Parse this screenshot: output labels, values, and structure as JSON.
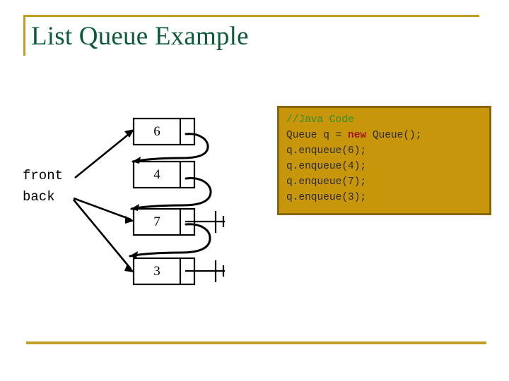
{
  "slide": {
    "title": "List Queue Example",
    "accent_color": "#BF9E22",
    "title_color": "#0B5A38",
    "background_color": "#FFFFFF"
  },
  "diagram": {
    "type": "linked-list-queue",
    "pointer_labels": [
      {
        "name": "front",
        "label": "front",
        "points_to": "node-6"
      },
      {
        "name": "back",
        "label": "back",
        "points_to": "node-7,node-3"
      }
    ],
    "nodes": [
      {
        "id": "node-6",
        "value": "6",
        "next": "node-4",
        "null_terminated": false
      },
      {
        "id": "node-4",
        "value": "4",
        "next": "node-7",
        "null_terminated": false
      },
      {
        "id": "node-7",
        "value": "7",
        "next": "node-3",
        "null_terminated": true
      },
      {
        "id": "node-3",
        "value": "3",
        "next": null,
        "null_terminated": true
      }
    ],
    "stroke_color": "#000000"
  },
  "code_box": {
    "background_color": "#C8960A",
    "border_color": "#8A6608",
    "comment_color": "#2F8F2F",
    "keyword_color": "#A31414",
    "text_color": "#2B2B2B",
    "lines": [
      {
        "text": "//Java Code",
        "style": "comment"
      },
      {
        "segments": [
          {
            "text": "Queue q = ",
            "style": "plain"
          },
          {
            "text": "new",
            "style": "keyword"
          },
          {
            "text": " Queue();",
            "style": "plain"
          }
        ]
      },
      {
        "text": "q.enqueue(6);",
        "style": "plain"
      },
      {
        "text": "q.enqueue(4);",
        "style": "plain"
      },
      {
        "text": "q.enqueue(7);",
        "style": "plain"
      },
      {
        "text": "q.enqueue(3);",
        "style": "plain"
      }
    ],
    "plain_text": "//Java Code\nQueue q = new Queue();\nq.enqueue(6);\nq.enqueue(4);\nq.enqueue(7);\nq.enqueue(3);"
  }
}
